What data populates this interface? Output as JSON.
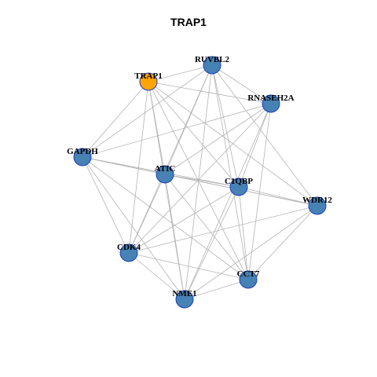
{
  "title": "TRAP1",
  "colors": {
    "default_node": "#4682b4",
    "focus_node": "#ffa500",
    "edge": "#b3b3b3",
    "node_border": "#1f3fbf"
  },
  "nodes": [
    {
      "id": "TRAP1",
      "label": "TRAP1",
      "focus": true
    },
    {
      "id": "RUVBL2",
      "label": "RUVBL2",
      "focus": false
    },
    {
      "id": "RNASEH2A",
      "label": "RNASEH2A",
      "focus": false
    },
    {
      "id": "GAPDH",
      "label": "GAPDH",
      "focus": false
    },
    {
      "id": "ATIC",
      "label": "ATIC",
      "focus": false
    },
    {
      "id": "C1QBP",
      "label": "C1QBP",
      "focus": false
    },
    {
      "id": "WDR12",
      "label": "WDR12",
      "focus": false
    },
    {
      "id": "CDK4",
      "label": "CDK4",
      "focus": false
    },
    {
      "id": "CCT7",
      "label": "CCT7",
      "focus": false
    },
    {
      "id": "NME1",
      "label": "NME1",
      "focus": false
    }
  ],
  "edges": [
    [
      "TRAP1",
      "RUVBL2"
    ],
    [
      "TRAP1",
      "RNASEH2A"
    ],
    [
      "TRAP1",
      "GAPDH"
    ],
    [
      "TRAP1",
      "ATIC"
    ],
    [
      "TRAP1",
      "C1QBP"
    ],
    [
      "TRAP1",
      "WDR12"
    ],
    [
      "TRAP1",
      "CDK4"
    ],
    [
      "TRAP1",
      "CCT7"
    ],
    [
      "TRAP1",
      "NME1"
    ],
    [
      "RUVBL2",
      "RNASEH2A"
    ],
    [
      "RUVBL2",
      "GAPDH"
    ],
    [
      "RUVBL2",
      "ATIC"
    ],
    [
      "RUVBL2",
      "C1QBP"
    ],
    [
      "RUVBL2",
      "WDR12"
    ],
    [
      "RUVBL2",
      "CDK4"
    ],
    [
      "RUVBL2",
      "CCT7"
    ],
    [
      "RUVBL2",
      "NME1"
    ],
    [
      "RNASEH2A",
      "GAPDH"
    ],
    [
      "RNASEH2A",
      "ATIC"
    ],
    [
      "RNASEH2A",
      "C1QBP"
    ],
    [
      "RNASEH2A",
      "CDK4"
    ],
    [
      "RNASEH2A",
      "CCT7"
    ],
    [
      "RNASEH2A",
      "NME1"
    ],
    [
      "GAPDH",
      "ATIC"
    ],
    [
      "GAPDH",
      "C1QBP"
    ],
    [
      "GAPDH",
      "WDR12"
    ],
    [
      "GAPDH",
      "CDK4"
    ],
    [
      "GAPDH",
      "CCT7"
    ],
    [
      "GAPDH",
      "NME1"
    ],
    [
      "ATIC",
      "C1QBP"
    ],
    [
      "ATIC",
      "WDR12"
    ],
    [
      "ATIC",
      "CDK4"
    ],
    [
      "ATIC",
      "CCT7"
    ],
    [
      "ATIC",
      "NME1"
    ],
    [
      "C1QBP",
      "WDR12"
    ],
    [
      "C1QBP",
      "CDK4"
    ],
    [
      "C1QBP",
      "CCT7"
    ],
    [
      "C1QBP",
      "NME1"
    ],
    [
      "WDR12",
      "CDK4"
    ],
    [
      "WDR12",
      "CCT7"
    ],
    [
      "WDR12",
      "NME1"
    ],
    [
      "CDK4",
      "CCT7"
    ],
    [
      "CDK4",
      "NME1"
    ],
    [
      "CCT7",
      "NME1"
    ]
  ]
}
